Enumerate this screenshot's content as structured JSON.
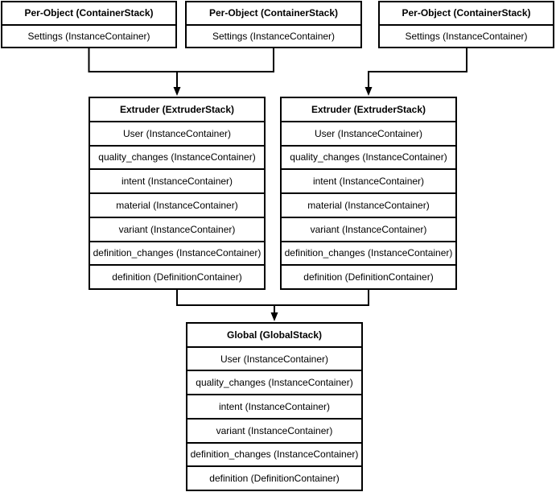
{
  "diagram": {
    "description": "Container stack hierarchy diagram",
    "colors": {
      "line": "#000000",
      "background": "#ffffff",
      "text": "#000000"
    }
  },
  "stacks": {
    "per_object_1": {
      "title": "Per-Object (ContainerStack)",
      "rows": [
        "Settings (InstanceContainer)"
      ]
    },
    "per_object_2": {
      "title": "Per-Object (ContainerStack)",
      "rows": [
        "Settings (InstanceContainer)"
      ]
    },
    "per_object_3": {
      "title": "Per-Object (ContainerStack)",
      "rows": [
        "Settings (InstanceContainer)"
      ]
    },
    "extruder_1": {
      "title": "Extruder (ExtruderStack)",
      "rows": [
        "User (InstanceContainer)",
        "quality_changes (InstanceContainer)",
        "intent (InstanceContainer)",
        "material (InstanceContainer)",
        "variant (InstanceContainer)",
        "definition_changes (InstanceContainer)",
        "definition (DefinitionContainer)"
      ]
    },
    "extruder_2": {
      "title": "Extruder (ExtruderStack)",
      "rows": [
        "User (InstanceContainer)",
        "quality_changes (InstanceContainer)",
        "intent (InstanceContainer)",
        "material (InstanceContainer)",
        "variant (InstanceContainer)",
        "definition_changes (InstanceContainer)",
        "definition (DefinitionContainer)"
      ]
    },
    "global": {
      "title": "Global (GlobalStack)",
      "rows": [
        "User (InstanceContainer)",
        "quality_changes (InstanceContainer)",
        "intent (InstanceContainer)",
        "variant (InstanceContainer)",
        "definition_changes (InstanceContainer)",
        "definition (DefinitionContainer)"
      ]
    }
  },
  "connections": [
    {
      "from": "per-object-1",
      "to": "extruder-1",
      "arrow": "down"
    },
    {
      "from": "per-object-2",
      "to": "extruder-1",
      "arrow": "down"
    },
    {
      "from": "per-object-3",
      "to": "extruder-2",
      "arrow": "down"
    },
    {
      "from": "extruder-1",
      "to": "global",
      "arrow": "down"
    },
    {
      "from": "extruder-2",
      "to": "global",
      "arrow": "down"
    }
  ]
}
